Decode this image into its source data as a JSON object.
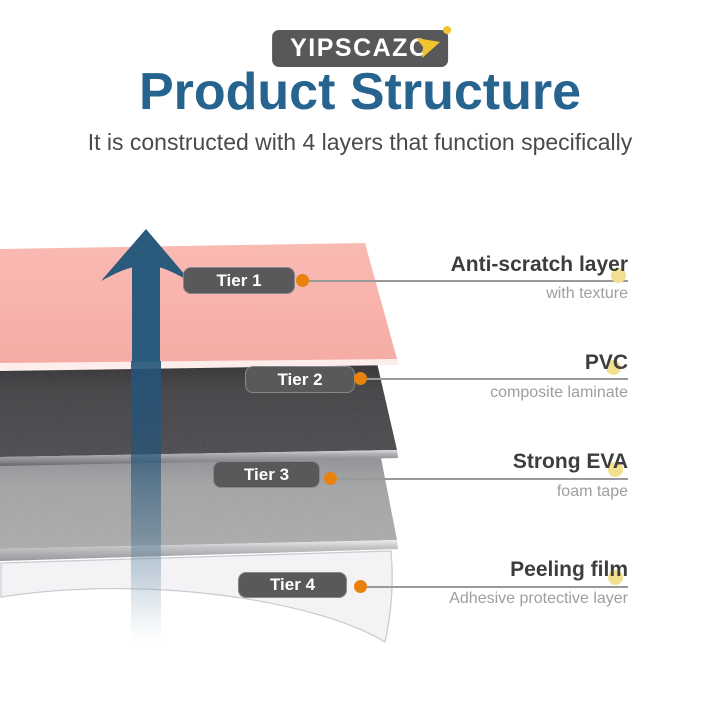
{
  "logo": {
    "text": "YIPSCAZO"
  },
  "header": {
    "title": "Product Structure",
    "subtitle": "It is constructed with 4 layers that function specifically"
  },
  "diagram": {
    "tiers": [
      {
        "badge": "Tier 1",
        "name": "Anti-scratch layer",
        "desc": "with texture",
        "layer_color": "#f8b6af"
      },
      {
        "badge": "Tier 2",
        "name": "PVC",
        "desc": "composite laminate",
        "layer_color": "#3e3e41"
      },
      {
        "badge": "Tier 3",
        "name": "Strong EVA",
        "desc": "foam tape",
        "layer_color": "#a1a2a4"
      },
      {
        "badge": "Tier 4",
        "name": "Peeling film",
        "desc": "Adhesive protective layer",
        "layer_color": "#f1f1f4"
      }
    ],
    "colors": {
      "title_blue": "#26648f",
      "arrow_blue": "#2a5b7d",
      "badge_bg": "#59595b",
      "connector_dot_orange": "#e8820c",
      "highlight_dot_yellow": "#f3e08e",
      "connector_line_gray": "#9a9a9a",
      "logo_bg": "#58585b",
      "logo_arrow_yellow": "#f2c42d",
      "label_dark": "#3d3d3d",
      "label_gray": "#9e9e9e"
    }
  }
}
